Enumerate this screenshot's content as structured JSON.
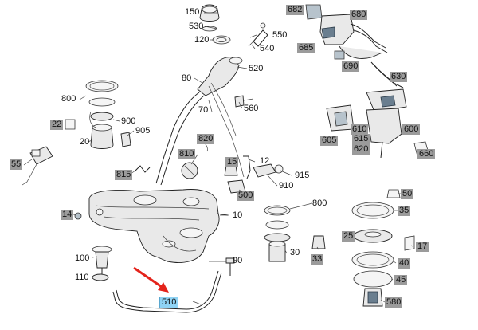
{
  "diagram": {
    "accent_color": "#e4231b",
    "highlight_color": "#8fd3f4",
    "label_gray": "#9b9b9b",
    "labels": {
      "p150": "150",
      "p530": "530",
      "p120": "120",
      "p550": "550",
      "p540": "540",
      "p520": "520",
      "p80": "80",
      "p70": "70",
      "p560": "560",
      "p800a": "800",
      "p22": "22",
      "p900": "900",
      "p905": "905",
      "p20": "20",
      "p55": "55",
      "p820": "820",
      "p810": "810",
      "p815": "815",
      "p15": "15",
      "p12": "12",
      "p915": "915",
      "p910": "910",
      "p500": "500",
      "p800b": "800",
      "p14": "14",
      "p10": "10",
      "p100": "100",
      "p110": "110",
      "p90": "90",
      "p30": "30",
      "p33": "33",
      "p510": "510",
      "p682": "682",
      "p680": "680",
      "p685": "685",
      "p690": "690",
      "p630": "630",
      "p600": "600",
      "p605": "605",
      "p610": "610",
      "p615": "615",
      "p620": "620",
      "p660": "660",
      "p50": "50",
      "p35": "35",
      "p25": "25",
      "p17": "17",
      "p40": "40",
      "p45": "45",
      "p580": "580"
    }
  }
}
